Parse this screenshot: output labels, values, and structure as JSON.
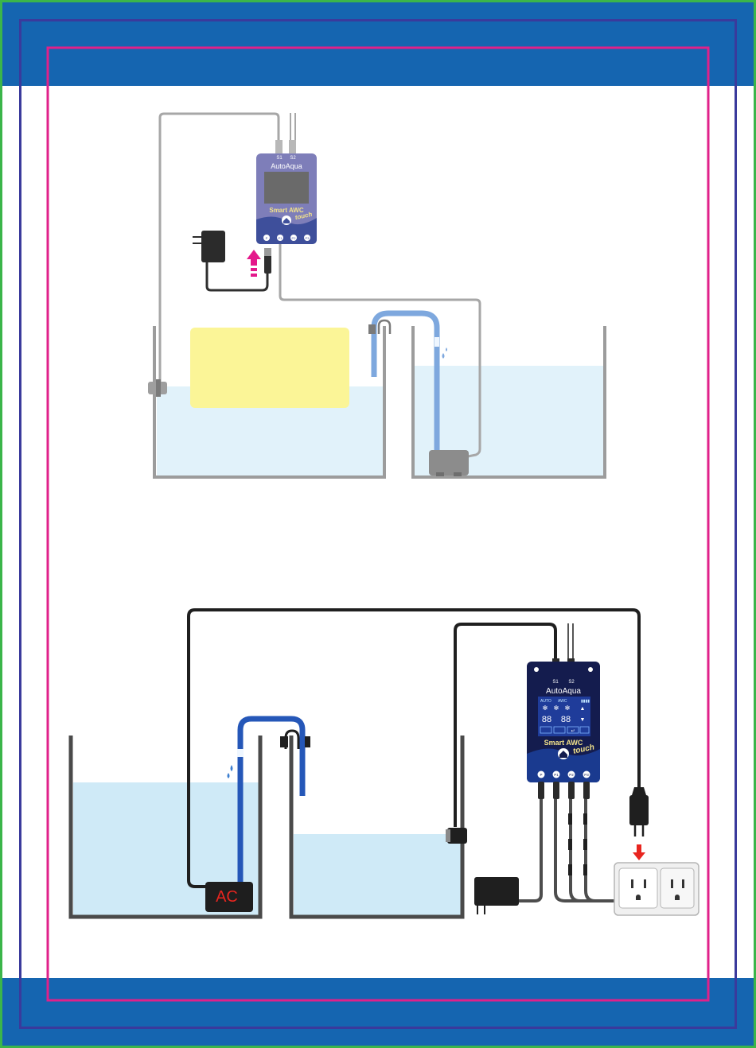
{
  "top_diagram": {
    "controller": {
      "port_s1": "S1",
      "port_s2": "S2",
      "brand": "AutoAqua",
      "model": "Smart AWC",
      "model_script": "touch",
      "ports": [
        "P",
        "P1",
        "P2",
        "P3"
      ]
    }
  },
  "bottom_diagram": {
    "controller": {
      "port_s1": "S1",
      "port_s2": "S2",
      "brand": "AutoAqua",
      "model": "Smart AWC",
      "model_script": "touch",
      "lcd_mode_1": "AUTO",
      "lcd_mode_2": "AWC",
      "lcd_digits_1": "88",
      "lcd_digits_2": "88",
      "ports": [
        "P",
        "P1",
        "P2",
        "P3"
      ]
    },
    "pump_label": "AC"
  },
  "colors": {
    "frame_blue": "#1565b0",
    "frame_navy": "#3a3a9c",
    "frame_magenta": "#e0218a",
    "frame_green": "#3bb54a",
    "water_light": "#e1f2fa",
    "water_bottom": "#cfeaf7",
    "note_yellow": "#fbf597",
    "controller_top": "#7e7eb9",
    "controller_bottom": "#141c4e",
    "pump_red": "#e8251f",
    "arrow_magenta": "#e4188b",
    "arrow_red": "#e8251f"
  }
}
